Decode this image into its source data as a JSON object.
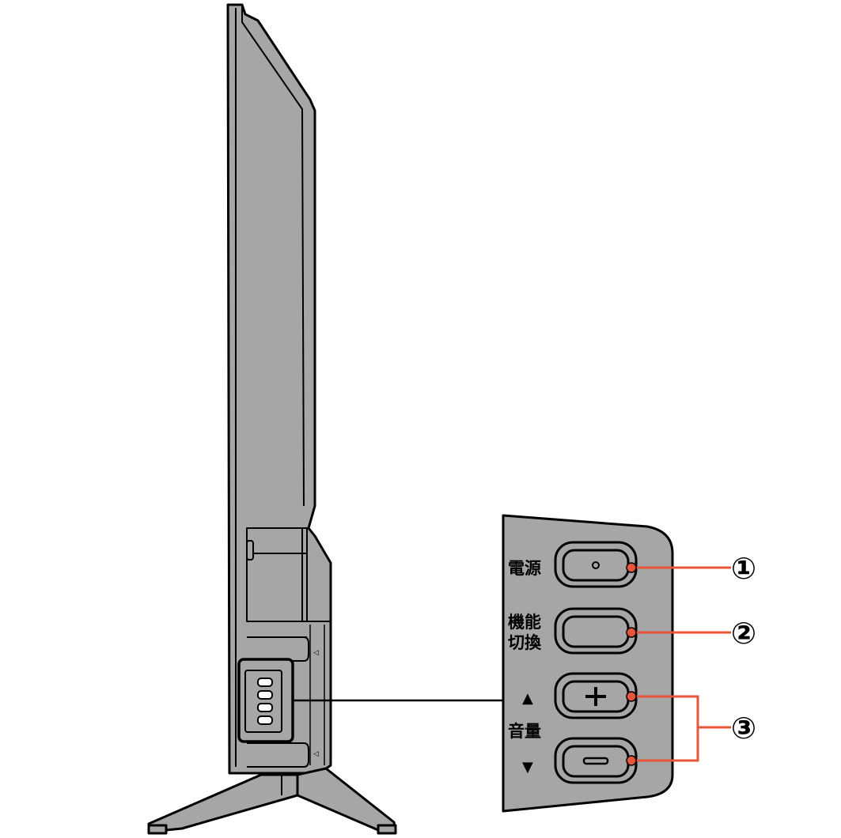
{
  "panel": {
    "power_label": "電源",
    "function_label_line1": "機能",
    "function_label_line2": "切換",
    "volume_label": "音量",
    "volume_up_glyph": "▲",
    "volume_down_glyph": "▼",
    "plus_glyph": "+",
    "minus_glyph": "−",
    "power_glyph": "∘"
  },
  "callouts": [
    {
      "label": "①",
      "target": "power-button"
    },
    {
      "label": "②",
      "target": "function-button"
    },
    {
      "label": "③",
      "target": "volume-buttons"
    }
  ],
  "colors": {
    "body_gray": "#a6a6a6",
    "outline": "#000000",
    "callout_red": "#e8563a",
    "background": "#ffffff"
  }
}
